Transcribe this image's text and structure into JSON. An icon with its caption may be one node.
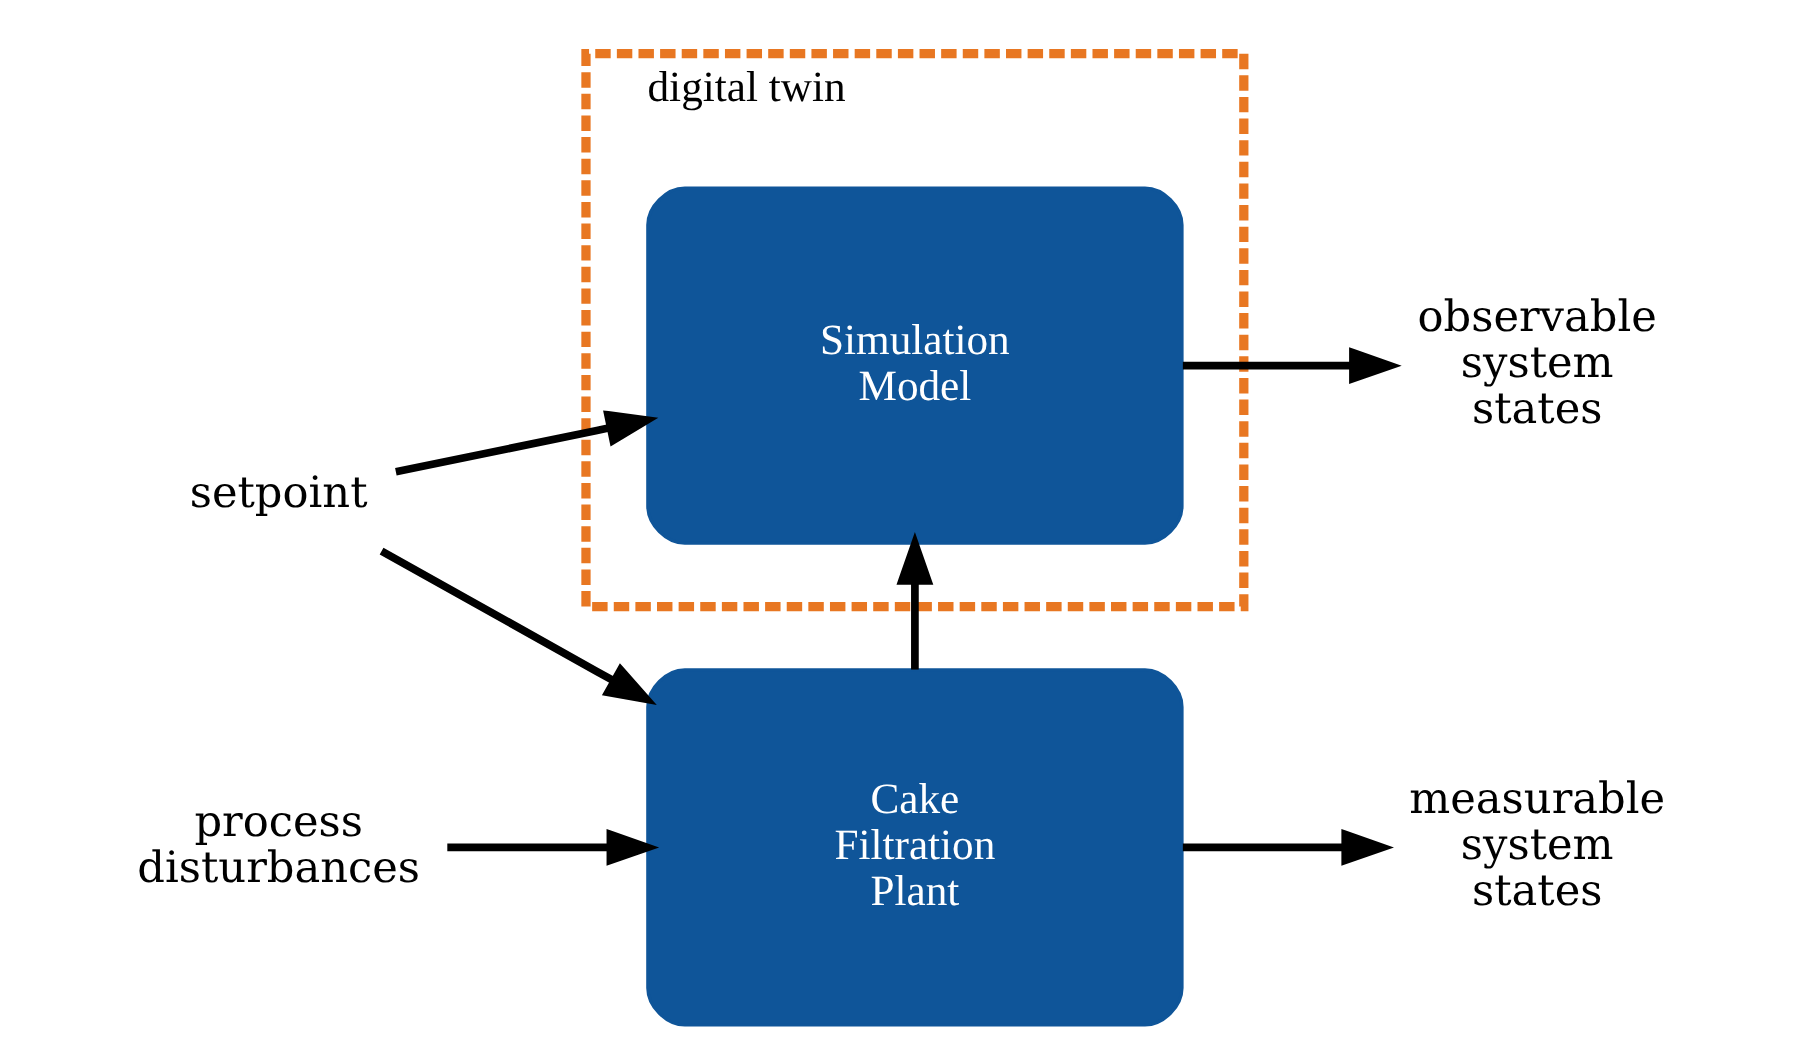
{
  "diagram": {
    "nodes": [
      {
        "text": [
          "digital twin"
        ]
      },
      {
        "text": [
          "Simulation Model"
        ],
        "in": 0
      },
      {
        "text": [
          "Cake Filtration Plant"
        ]
      },
      {
        "text": [
          "setpoint"
        ]
      },
      {
        "text": [
          "process disturbances"
        ]
      },
      {
        "text": [
          "observable system states"
        ]
      },
      {
        "text": [
          "measurable system states"
        ]
      }
    ],
    "edges": [
      {
        "from": 3,
        "to": 1,
        "arrow": "to"
      },
      {
        "from": 3,
        "to": 2,
        "arrow": "to"
      },
      {
        "from": 4,
        "to": 2,
        "arrow": "to"
      },
      {
        "from": 1,
        "to": 5,
        "arrow": "to"
      },
      {
        "from": 2,
        "to": 6,
        "arrow": "to"
      },
      {
        "from": 2,
        "to": 1,
        "arrow": "to"
      }
    ]
  }
}
